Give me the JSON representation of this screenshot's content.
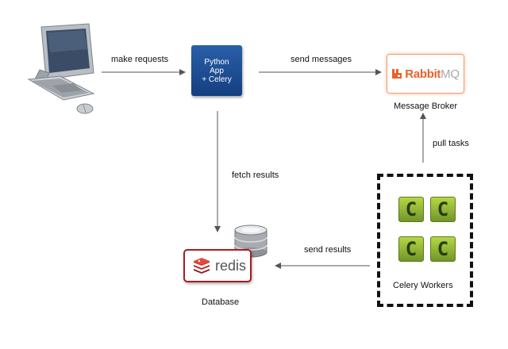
{
  "nodes": {
    "python_app": {
      "lines": [
        "Python",
        "App",
        "+ Celery"
      ]
    },
    "rabbitmq": {
      "brand": "Rabbit",
      "suffix": "MQ",
      "caption": "Message Broker"
    },
    "redis": {
      "brand": "redis",
      "caption": "Database"
    },
    "workers": {
      "caption": "Celery Workers",
      "tile_letter": "C",
      "tile_count": 4
    }
  },
  "edges": {
    "make_requests": "make requests",
    "send_messages": "send messages",
    "pull_tasks": "pull tasks",
    "fetch_results": "fetch results",
    "send_results": "send results"
  },
  "colors": {
    "python_box": "#1f4f97",
    "rabbit_orange": "#e8622a",
    "redis_red": "#a51f22",
    "celery_green": "#8db83a",
    "arrow": "#555555"
  },
  "icons": [
    "desktop-computer-icon",
    "database-cylinder-icon",
    "rabbitmq-logo-icon",
    "redis-logo-icon",
    "celery-logo-icon"
  ]
}
